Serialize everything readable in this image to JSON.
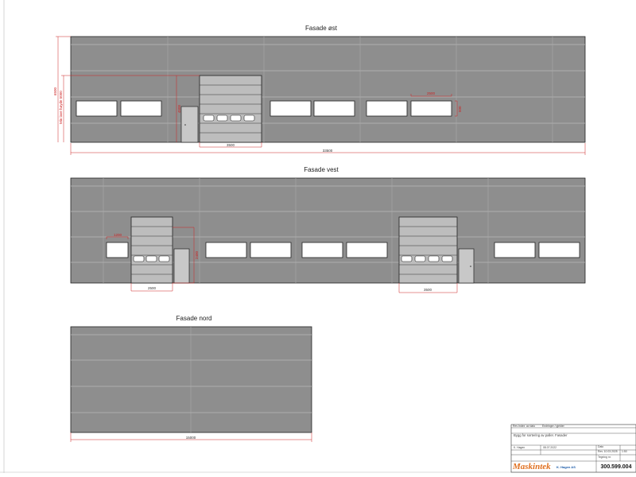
{
  "facades": [
    {
      "title": "Fasade øst",
      "total_width_label": "33500",
      "door_width_label": "3500",
      "window_width_label": "2500",
      "window_height_label": "500",
      "height_total_label": "6500",
      "height_side_label": "Min lave høyde 5000",
      "door_height_label": "4500"
    },
    {
      "title": "Fasade vest",
      "window_width_label": "1200",
      "door_height_label": "2400",
      "door1_width_label": "2500",
      "door2_width_label": "3500"
    },
    {
      "title": "Fasade nord",
      "total_width_label": "15000"
    }
  ],
  "title_block": {
    "header_labels": [
      "Rev.",
      "Index",
      "av dato",
      "Endringer / gjelder"
    ],
    "project_title": "Bygg for sortering av paller. Fasader",
    "drawn_by": "K. Hagen",
    "date": "08.07.2022",
    "right_labels": [
      "Dato",
      "Rev. 10.03.2025",
      "1:50",
      "Tegning nr."
    ],
    "drawing_number": "300.599.004",
    "logo_main": "Maskintek",
    "logo_sub": "K. Hagen AS"
  },
  "colors": {
    "wall": "#8e8e8e",
    "panel_line": "#b9b9b9",
    "door": "#c8c8c8",
    "dim_red": "#cc2222"
  }
}
